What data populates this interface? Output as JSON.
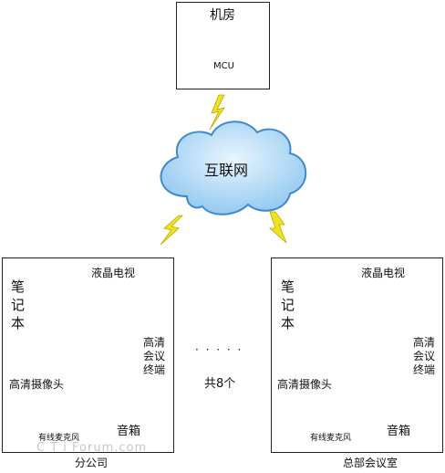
{
  "server_room": {
    "title": "机房",
    "device_label": "MCU"
  },
  "internet": {
    "label": "互联网"
  },
  "branch": {
    "caption": "分公司",
    "laptop_label": "笔记本",
    "tv_label": "液晶电视",
    "camera_label": "高清摄像头",
    "terminal_label": "高清会议终端",
    "mic_label": "有线麦克风",
    "speaker_label": "音箱"
  },
  "hq": {
    "caption": "总部会议室",
    "laptop_label": "笔记本",
    "tv_label": "液晶电视",
    "camera_label": "高清摄像头",
    "terminal_label": "高清会议终端",
    "mic_label": "有线麦克风",
    "speaker_label": "音箱"
  },
  "middle": {
    "dots": "· · · · ·",
    "count_label": "共8个"
  },
  "watermark": "C T i Forum.com",
  "colors": {
    "cloud": "#9fd0f2",
    "cloud_edge": "#3d8ad0",
    "lightning": "#f2e21a"
  }
}
